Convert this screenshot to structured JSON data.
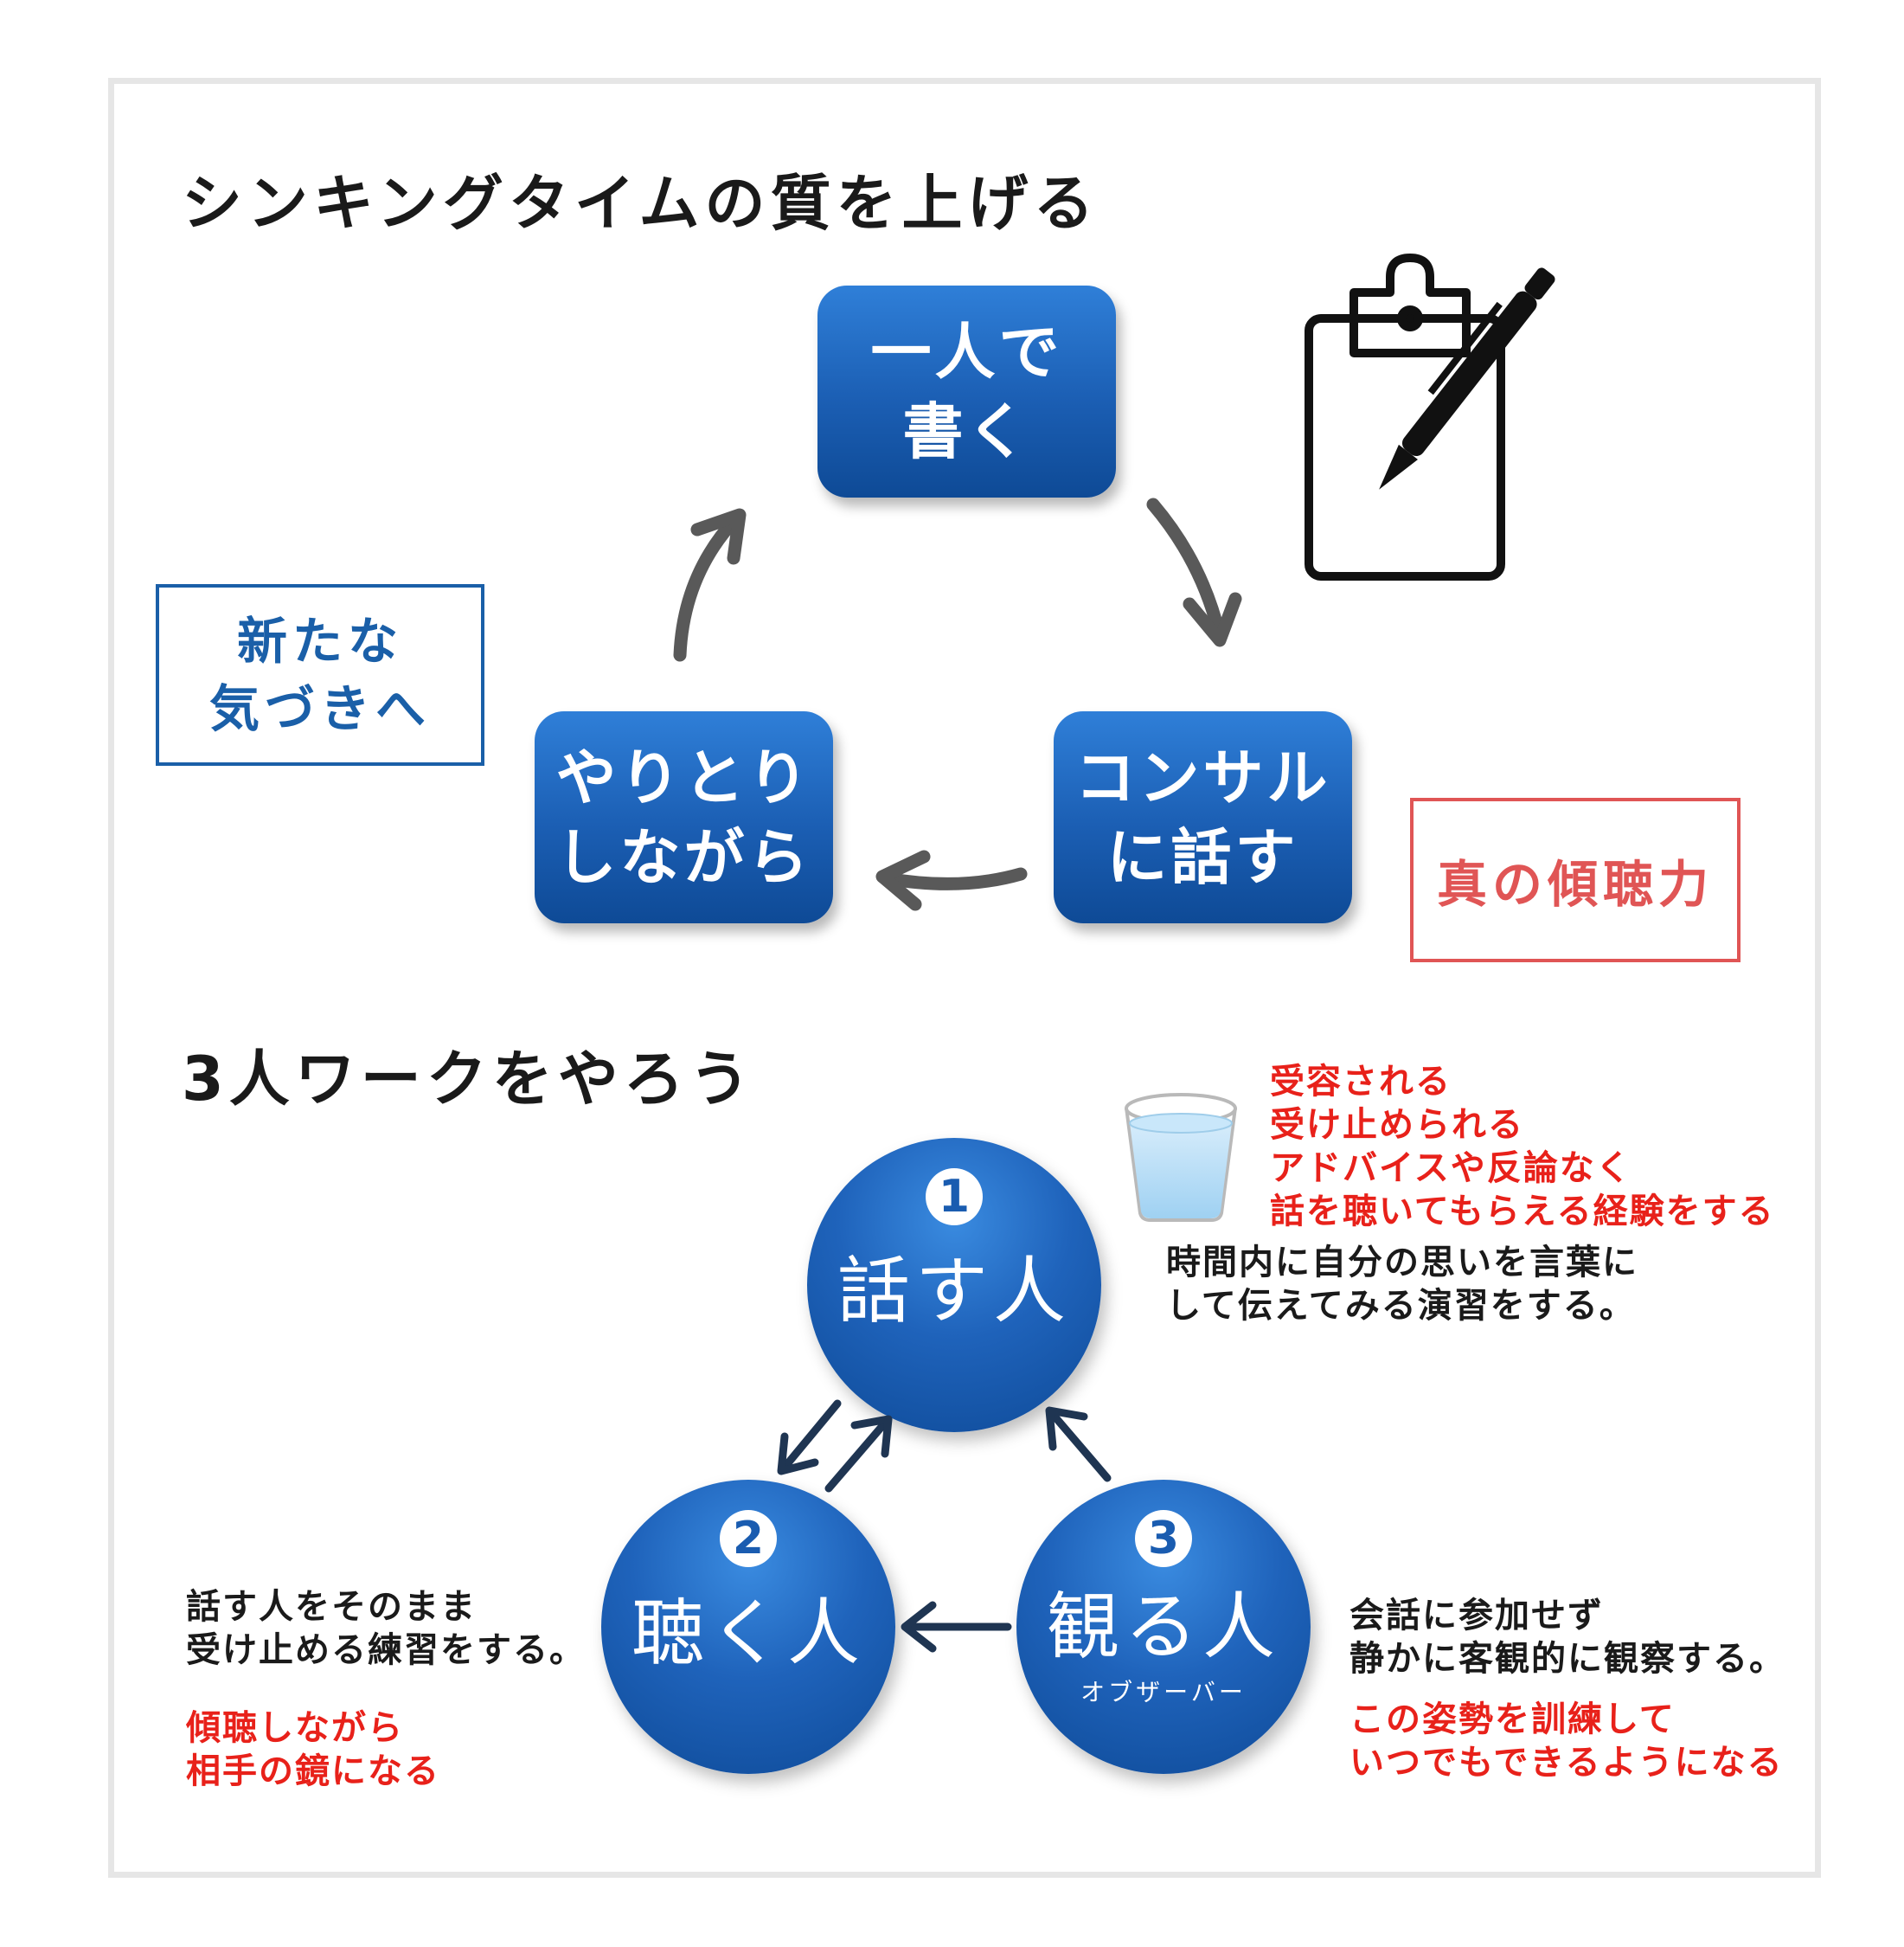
{
  "section1": {
    "title": "シンキングタイムの質を上げる",
    "steps": [
      {
        "lines": [
          "一人で",
          "書く"
        ]
      },
      {
        "lines": [
          "コンサル",
          "に話す"
        ]
      },
      {
        "lines": [
          "やりとり",
          "しながら"
        ]
      }
    ],
    "insight": {
      "lines": [
        "新たな",
        "気づきへ"
      ],
      "color": "#1a5fa8"
    },
    "listening": {
      "text": "真の傾聴力",
      "color": "#e05555"
    },
    "icon": "clipboard-pen-icon",
    "colors": {
      "box": "#1b5eb3",
      "arrow": "#595959"
    }
  },
  "section2": {
    "title": "3人ワークをやろう",
    "roles": [
      {
        "num": "1",
        "name": "話す人"
      },
      {
        "num": "2",
        "name": "聴く人"
      },
      {
        "num": "3",
        "name": "観る人",
        "sub": "オブザーバー"
      }
    ],
    "icon": "water-glass-icon",
    "speaker_red": [
      "受容される",
      "受け止められる",
      "アドバイスや反論なく",
      "話を聴いてもらえる経験をする"
    ],
    "speaker_black": [
      "時間内に自分の思いを言葉に",
      "して伝えてみる演習をする。"
    ],
    "listener_black": [
      "話す人をそのまま",
      "受け止める練習をする。"
    ],
    "listener_red": [
      "傾聴しながら",
      "相手の鏡になる"
    ],
    "observer_black": [
      "会話に参加せず",
      "静かに客観的に観察する。"
    ],
    "observer_red": [
      "この姿勢を訓練して",
      "いつでもできるようになる"
    ],
    "colors": {
      "red": "#e8211a",
      "arrow": "#1f3552"
    }
  }
}
